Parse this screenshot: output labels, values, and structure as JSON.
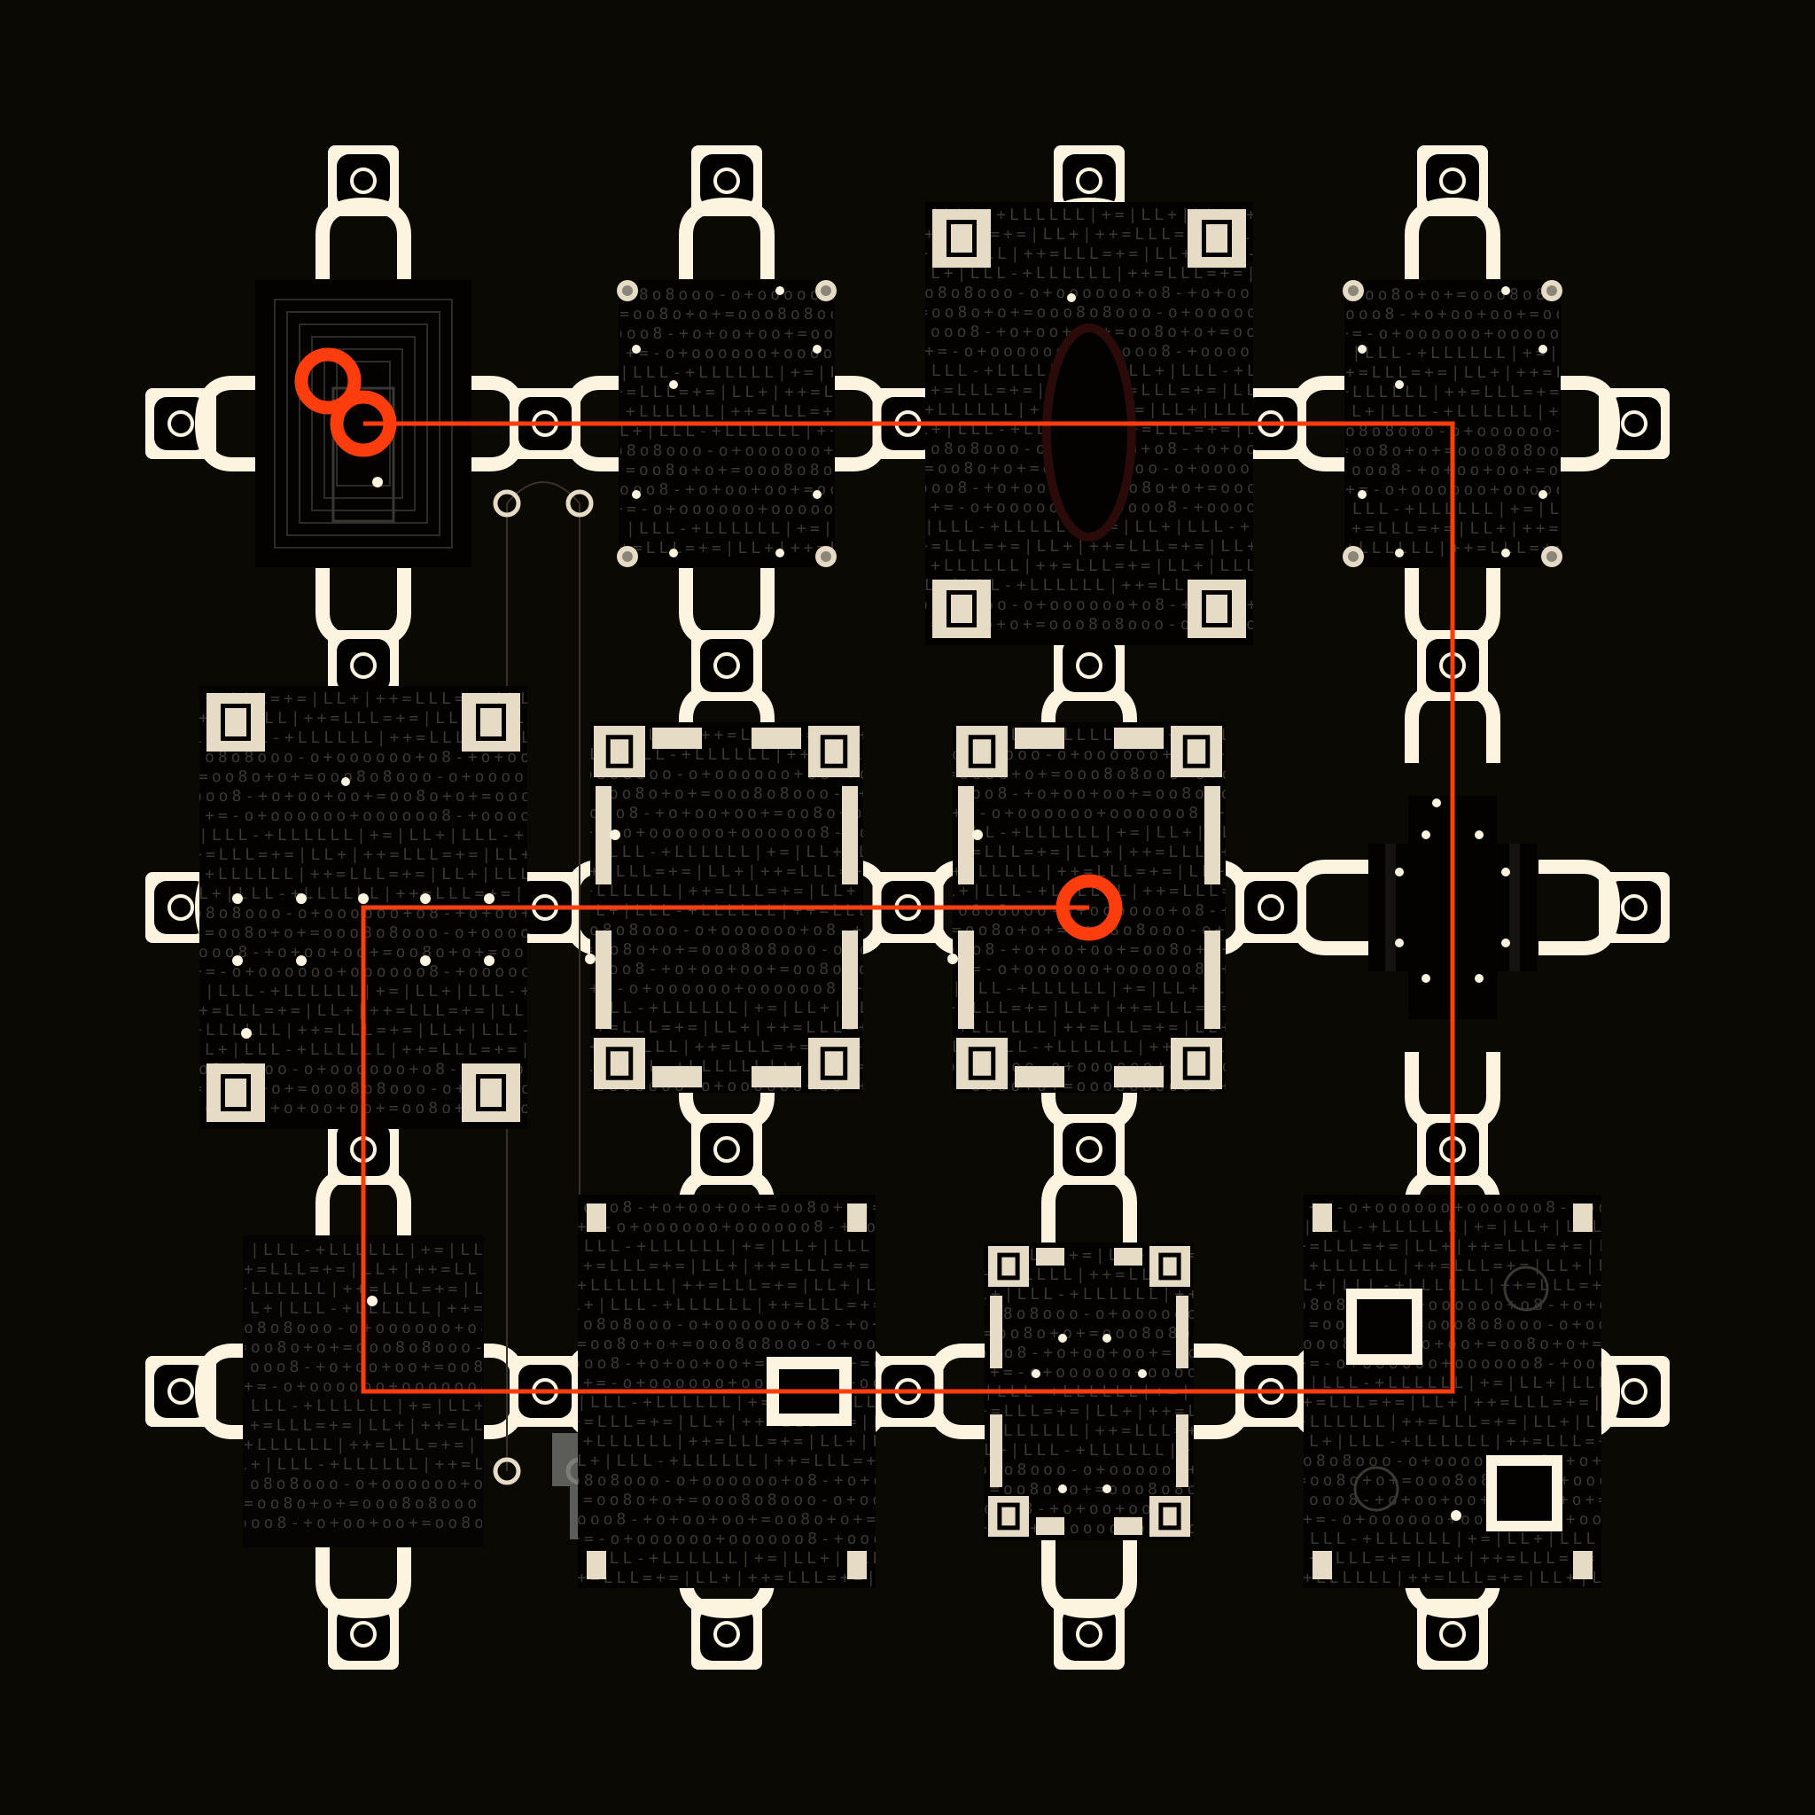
{
  "board": {
    "grid_cols": 4,
    "grid_rows": 3,
    "colors": {
      "background": "#0b0903",
      "module": "#030201",
      "cream": "#fcf4df",
      "pad_cream": "#e6dcc6",
      "glyph": "#3b3731",
      "accent": "#fd3d0d",
      "wire": "#3a302a",
      "grey_block": "#6b6b69"
    },
    "glyph_patterns": [
      "|LLL-+LLLLLL|+=|LL+|LLL-+LLLL",
      "+=LLL=+=|LL+|++=LLL=+=|LL+|LL",
      "+LLLLLL|++=LLL=+=|LL+|LLL-+LL",
      "L+|LLL-+LLLLLL|++=LLL=+=|LL+|",
      "o8o8ooo-o+oooooo+o8-+o+oo+oo+",
      "=oo8o+o+=ooo8o8ooo-o+oooooo+o",
      "ooo8-+o+oo+oo+=oo8o+o+=ooo8o8",
      "+=-o+oooooo+oooooo8-+oooooo8-"
    ],
    "modules": [
      {
        "kind": "concentric",
        "label": "start-module",
        "glyphs": -1,
        "pads": "none"
      },
      {
        "kind": "dotted",
        "label": "dotted-module",
        "glyphs": 4,
        "pads": "rivets"
      },
      {
        "kind": "pads",
        "label": "oval-module",
        "glyphs": 0,
        "pads": "corners",
        "oval": true
      },
      {
        "kind": "dotted",
        "label": "dotted-module",
        "glyphs": 5,
        "pads": "rivets"
      },
      {
        "kind": "pads",
        "label": "pads-module",
        "glyphs": 1,
        "pads": "corners"
      },
      {
        "kind": "framed",
        "label": "framed-module",
        "glyphs": 2,
        "pads": "frame"
      },
      {
        "kind": "framed",
        "label": "framed-module",
        "glyphs": 3,
        "pads": "frame"
      },
      {
        "kind": "column",
        "label": "column-module",
        "glyphs": -1,
        "pads": "none"
      },
      {
        "kind": "dense",
        "label": "dense-module",
        "glyphs": 0,
        "pads": "none"
      },
      {
        "kind": "square",
        "label": "square-module",
        "glyphs": 6,
        "pads": "tabs"
      },
      {
        "kind": "framed",
        "label": "framed-module",
        "glyphs": 1,
        "pads": "frame-small"
      },
      {
        "kind": "square",
        "label": "square-module",
        "glyphs": 7,
        "pads": "tabs"
      }
    ],
    "path": {
      "color": "#fd3d0d",
      "start_cell": [
        0,
        0
      ],
      "goal_cell": [
        2,
        1
      ],
      "waypoints": [
        [
          0,
          0
        ],
        [
          3,
          0
        ],
        [
          3,
          2
        ],
        [
          0,
          2
        ],
        [
          0,
          1
        ],
        [
          2,
          1
        ]
      ]
    }
  }
}
